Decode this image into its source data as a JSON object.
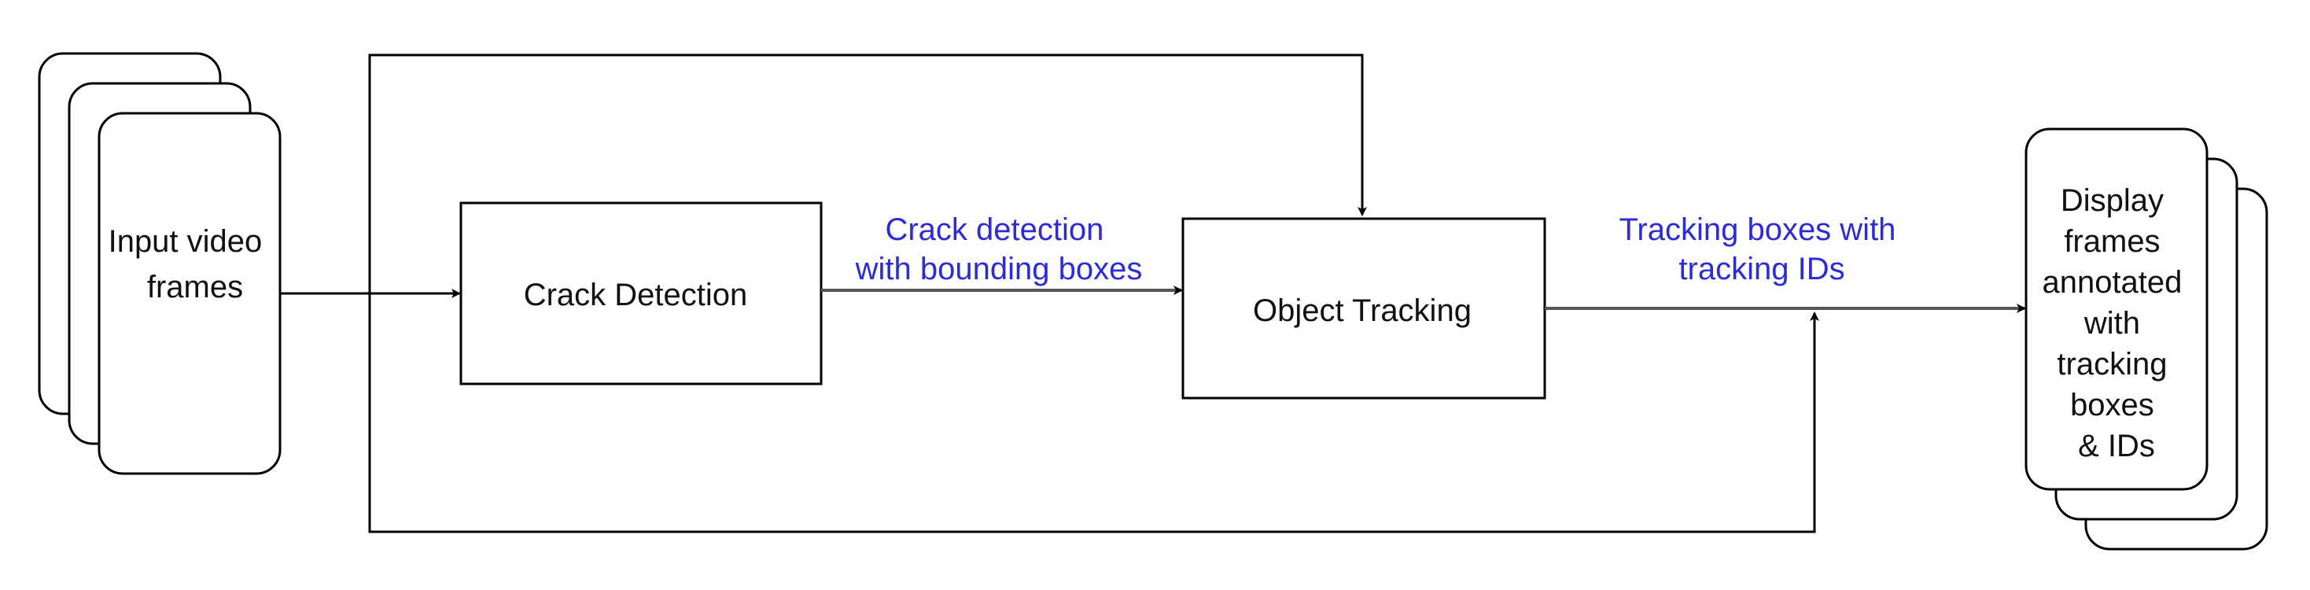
{
  "nodes": {
    "input": {
      "lines": [
        "Input video",
        "frames"
      ]
    },
    "crack_detection": {
      "label": "Crack Detection"
    },
    "object_tracking": {
      "label": "Object Tracking"
    },
    "display": {
      "lines": [
        "Display",
        "frames",
        "annotated",
        "with",
        "tracking",
        "boxes",
        "& IDs"
      ]
    }
  },
  "edges": {
    "detection_to_tracking": {
      "lines": [
        "Crack detection",
        "with bounding boxes"
      ]
    },
    "tracking_to_display": {
      "lines": [
        "Tracking boxes with",
        "tracking IDs"
      ]
    }
  },
  "colors": {
    "edge_label": "#2b2bdc",
    "node_text": "#111111",
    "stroke": "#000000"
  }
}
